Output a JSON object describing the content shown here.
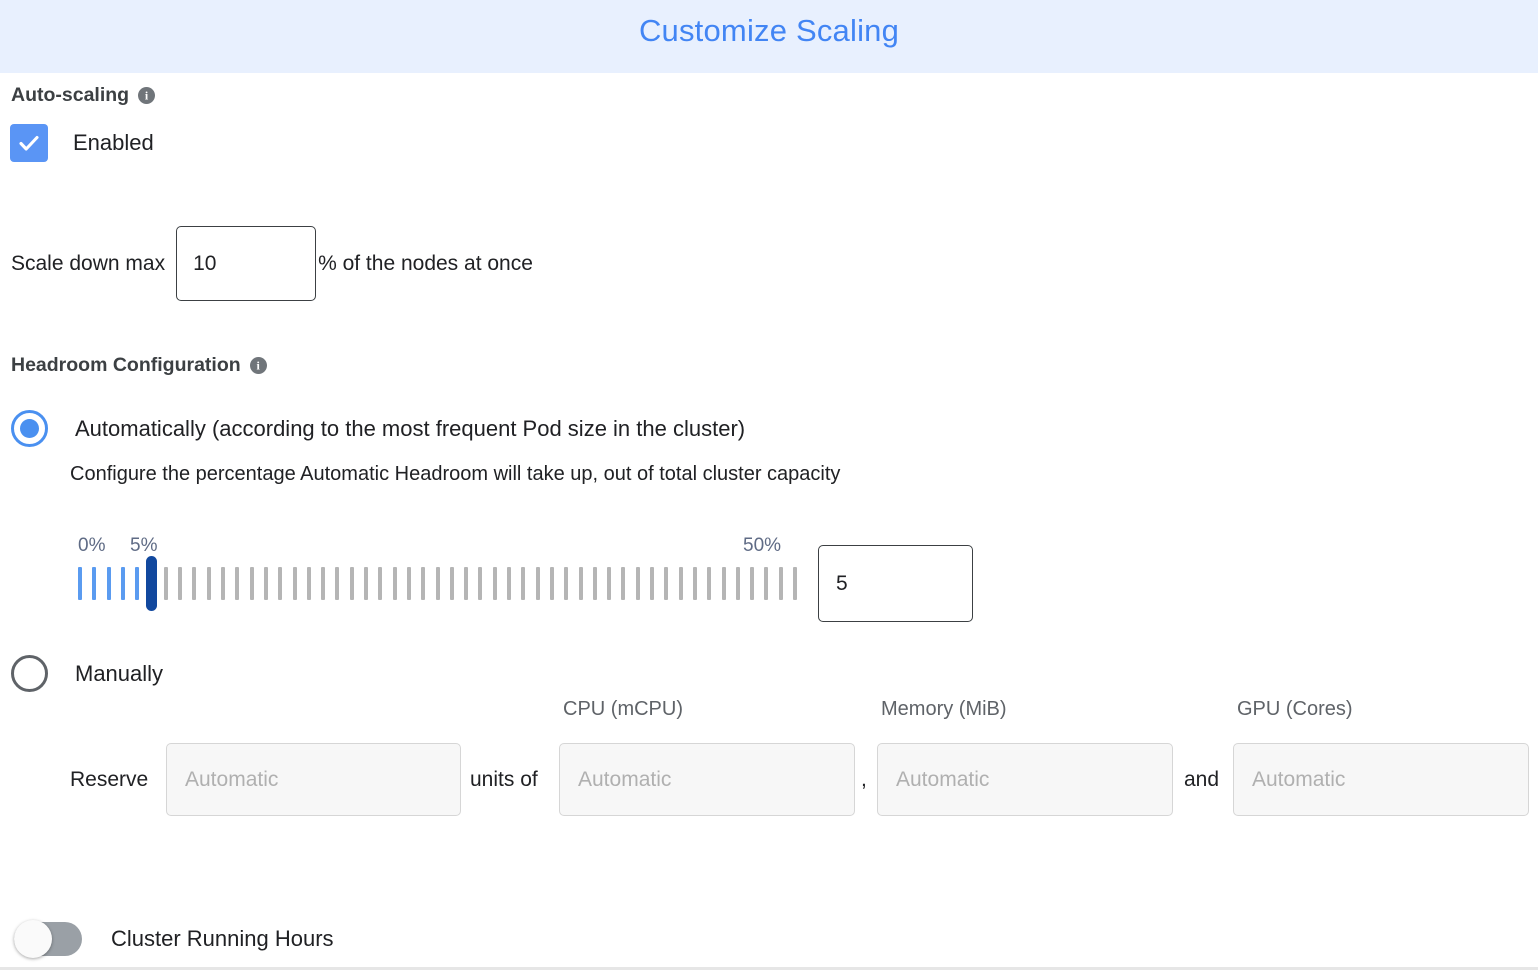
{
  "header": {
    "title": "Customize Scaling",
    "accent_color": "#4285f4",
    "background_color": "#e8f0fe"
  },
  "autoscaling": {
    "heading": "Auto-scaling",
    "info_icon": "info-icon",
    "info_glyph": "i",
    "checkbox_label": "Enabled",
    "checkbox_checked": true,
    "checkbox_color": "#5a95f5"
  },
  "scale_down": {
    "label": "Scale down max",
    "value": "10",
    "suffix": "% of the nodes at once"
  },
  "headroom": {
    "heading": "Headroom Configuration",
    "info_glyph": "i",
    "option_automatic": {
      "label": "Automatically (according to the most frequent Pod size in the cluster)",
      "selected": true,
      "description": "Configure the percentage Automatic Headroom will take up, out of total cluster capacity"
    },
    "option_manual": {
      "label": "Manually",
      "selected": false
    },
    "slider": {
      "min_label": "0%",
      "current_label": "5%",
      "max_label": "50%",
      "min": 0,
      "max": 50,
      "value": 5,
      "tick_count": 51,
      "filled_color": "#5a9bf0",
      "empty_color": "#b5b5b5",
      "thumb_color": "#11489e",
      "label_color": "#5f6b85"
    },
    "value_box": "5",
    "manual_fields": {
      "reserve_label": "Reserve",
      "units_of_label": "units of",
      "comma_label": ",",
      "and_label": "and",
      "units_placeholder": "Automatic",
      "cpu_header": "CPU (mCPU)",
      "cpu_placeholder": "Automatic",
      "memory_header": "Memory (MiB)",
      "memory_placeholder": "Automatic",
      "gpu_header": "GPU (Cores)",
      "gpu_placeholder": "Automatic"
    }
  },
  "cluster_running_hours": {
    "label": "Cluster Running Hours",
    "enabled": false
  }
}
